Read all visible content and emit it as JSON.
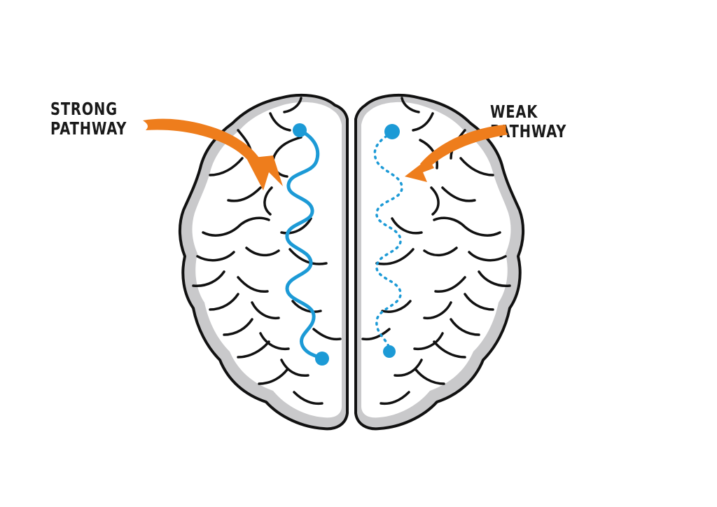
{
  "labels": {
    "strong": [
      "STRONG",
      "PATHWAY"
    ],
    "weak": [
      "WEAK",
      "PATHWAY"
    ]
  },
  "colors": {
    "outline": "#111111",
    "brain_fill": "#ffffff",
    "brain_shadow": "#c9c9cb",
    "pathway": "#1c9ad6",
    "arrow": "#ee7d1c",
    "background": "#ffffff"
  },
  "icons": {
    "brain": "brain-icon",
    "arrow": "arrow-icon",
    "node": "neuron-node-icon"
  }
}
